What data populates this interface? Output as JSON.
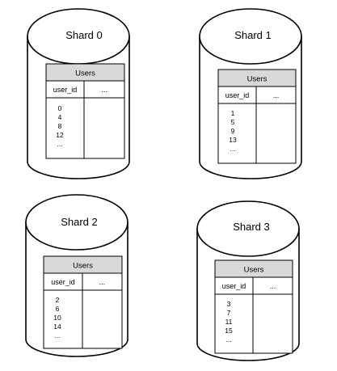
{
  "diagram": {
    "shards": [
      {
        "title": "Shard 0",
        "table": {
          "name": "Users",
          "columns": [
            "user_id",
            "..."
          ],
          "user_ids": [
            "0",
            "4",
            "8",
            "12",
            "..."
          ]
        }
      },
      {
        "title": "Shard 1",
        "table": {
          "name": "Users",
          "columns": [
            "user_id",
            "..."
          ],
          "user_ids": [
            "1",
            "5",
            "9",
            "13",
            "..."
          ]
        }
      },
      {
        "title": "Shard 2",
        "table": {
          "name": "Users",
          "columns": [
            "user_id",
            "..."
          ],
          "user_ids": [
            "2",
            "6",
            "10",
            "14",
            "..."
          ]
        }
      },
      {
        "title": "Shard 3",
        "table": {
          "name": "Users",
          "columns": [
            "user_id",
            "..."
          ],
          "user_ids": [
            "3",
            "7",
            "11",
            "15",
            "..."
          ]
        }
      }
    ]
  }
}
